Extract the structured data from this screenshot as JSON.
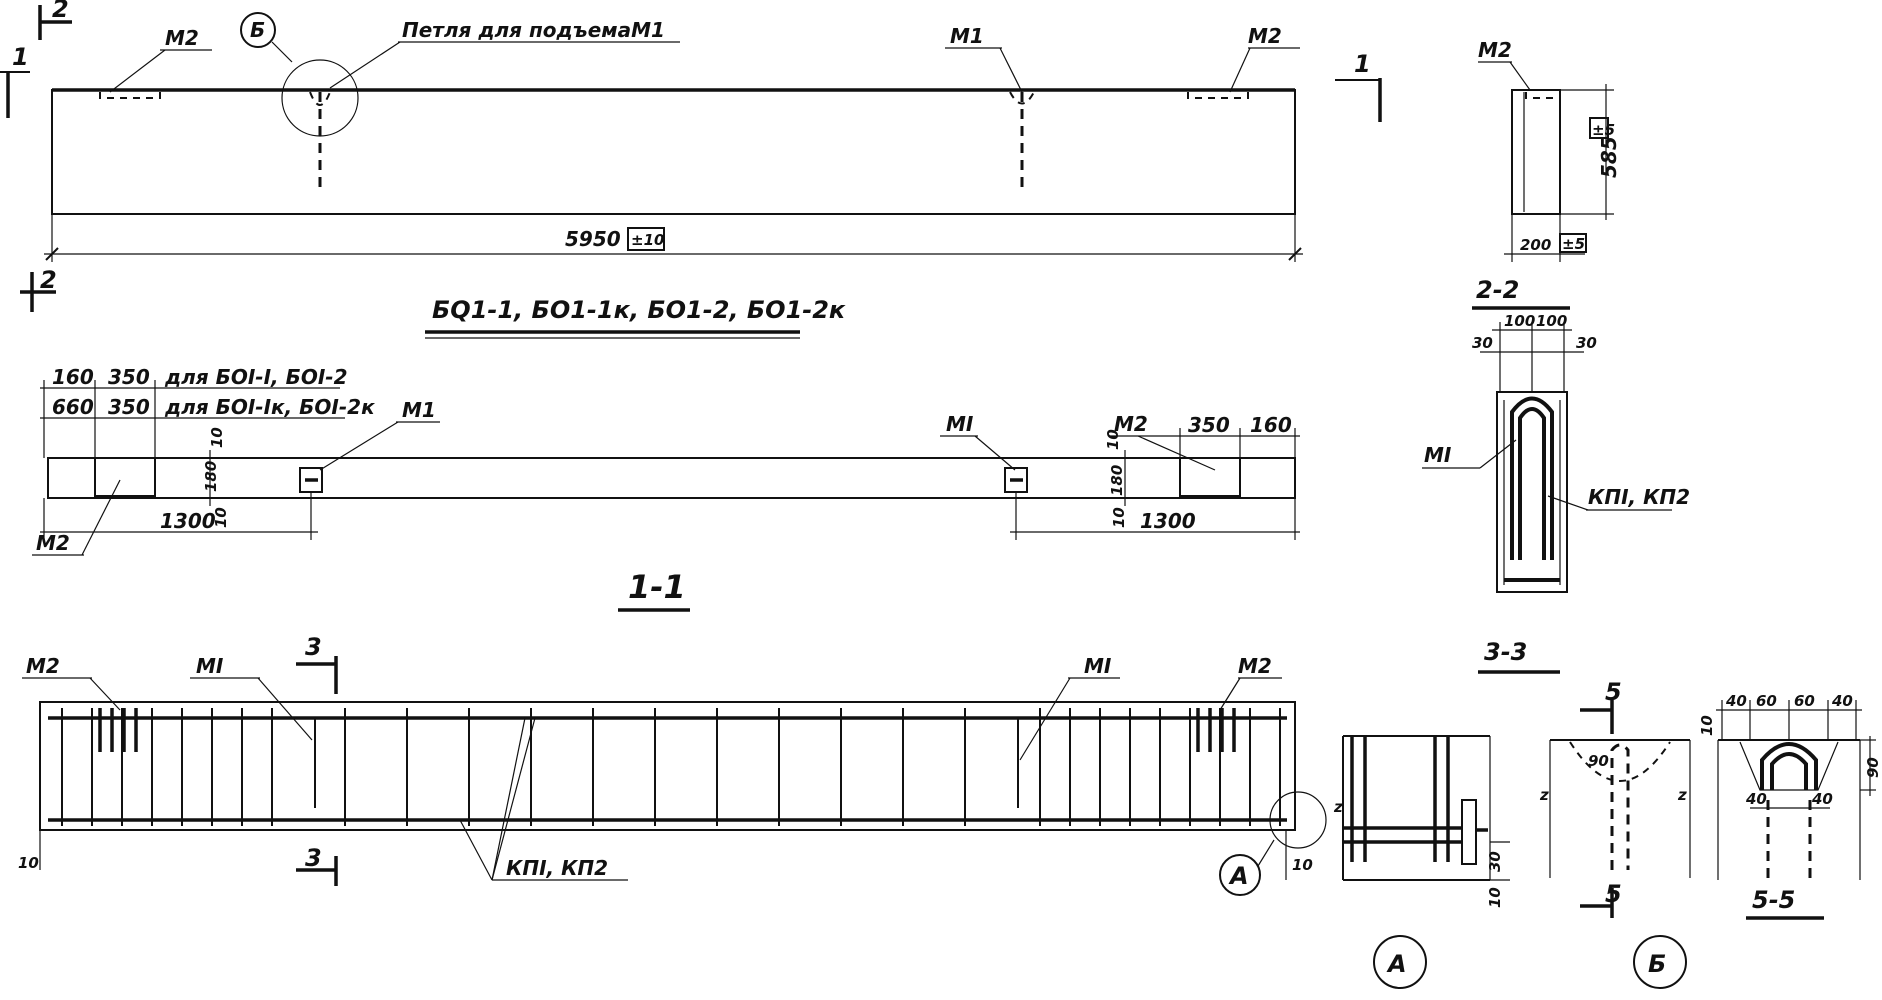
{
  "title": "БQ1-1, БО1-1к, БО1-2, БО1-2к",
  "labels": {
    "m1": "М1",
    "m2": "М2",
    "m1_alt": "МI",
    "lift_loop": "Петля для подъемаМ1",
    "kp": "КПI, КП2",
    "section_2_2": "2-2",
    "section_1_1": "1-1",
    "section_3_3": "3-3",
    "section_5_5": "5-5",
    "mark_1": "1",
    "mark_2": "2",
    "mark_3": "3",
    "mark_5": "5",
    "mark_b": "Б",
    "mark_a": "А",
    "z": "z"
  },
  "dims": {
    "length": "5950",
    "length_tol": "±10",
    "height": "585",
    "height_tol": "±5",
    "width": "200",
    "width_tol": "±5",
    "d160": "160",
    "d350": "350",
    "d660": "660",
    "d1300": "1300",
    "d180": "180",
    "d10": "10",
    "d100": "100",
    "d30": "30",
    "d40": "40",
    "d60": "60",
    "d90": "90",
    "note_1": "для БОI-I, БОI-2",
    "note_2": "для БОI-Iк, БОI-2к"
  }
}
